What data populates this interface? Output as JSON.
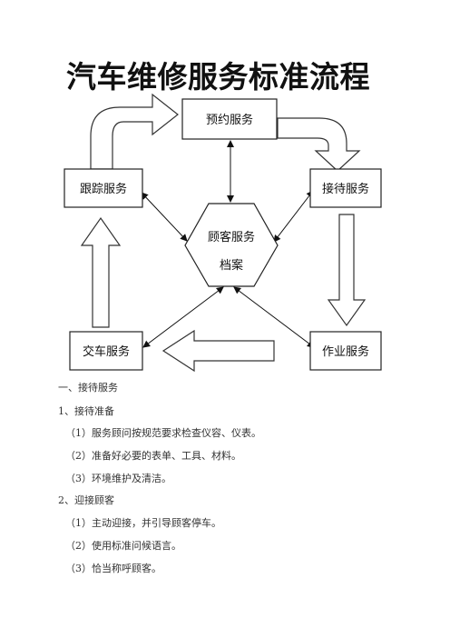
{
  "title": "汽车维修服务标准流程",
  "diagram": {
    "nodes": {
      "reservation": "预约服务",
      "reception": "接待服务",
      "work": "作业服务",
      "delivery": "交车服务",
      "followup": "跟踪服务",
      "archive_line1": "顾客服务",
      "archive_line2": "档案"
    }
  },
  "content": {
    "section_title": "一、接待服务",
    "subsections": [
      {
        "title": "1、接待准备",
        "items": [
          "（1）服务顾问按规范要求检查仪容、仪表。",
          "（2）准备好必要的表单、工具、材料。",
          "（3）环境维护及清洁。"
        ]
      },
      {
        "title": "2、迎接顾客",
        "items": [
          "（1）主动迎接，并引导顾客停车。",
          "（2）使用标准问候语言。",
          "（3）恰当称呼顾客。"
        ]
      }
    ]
  }
}
